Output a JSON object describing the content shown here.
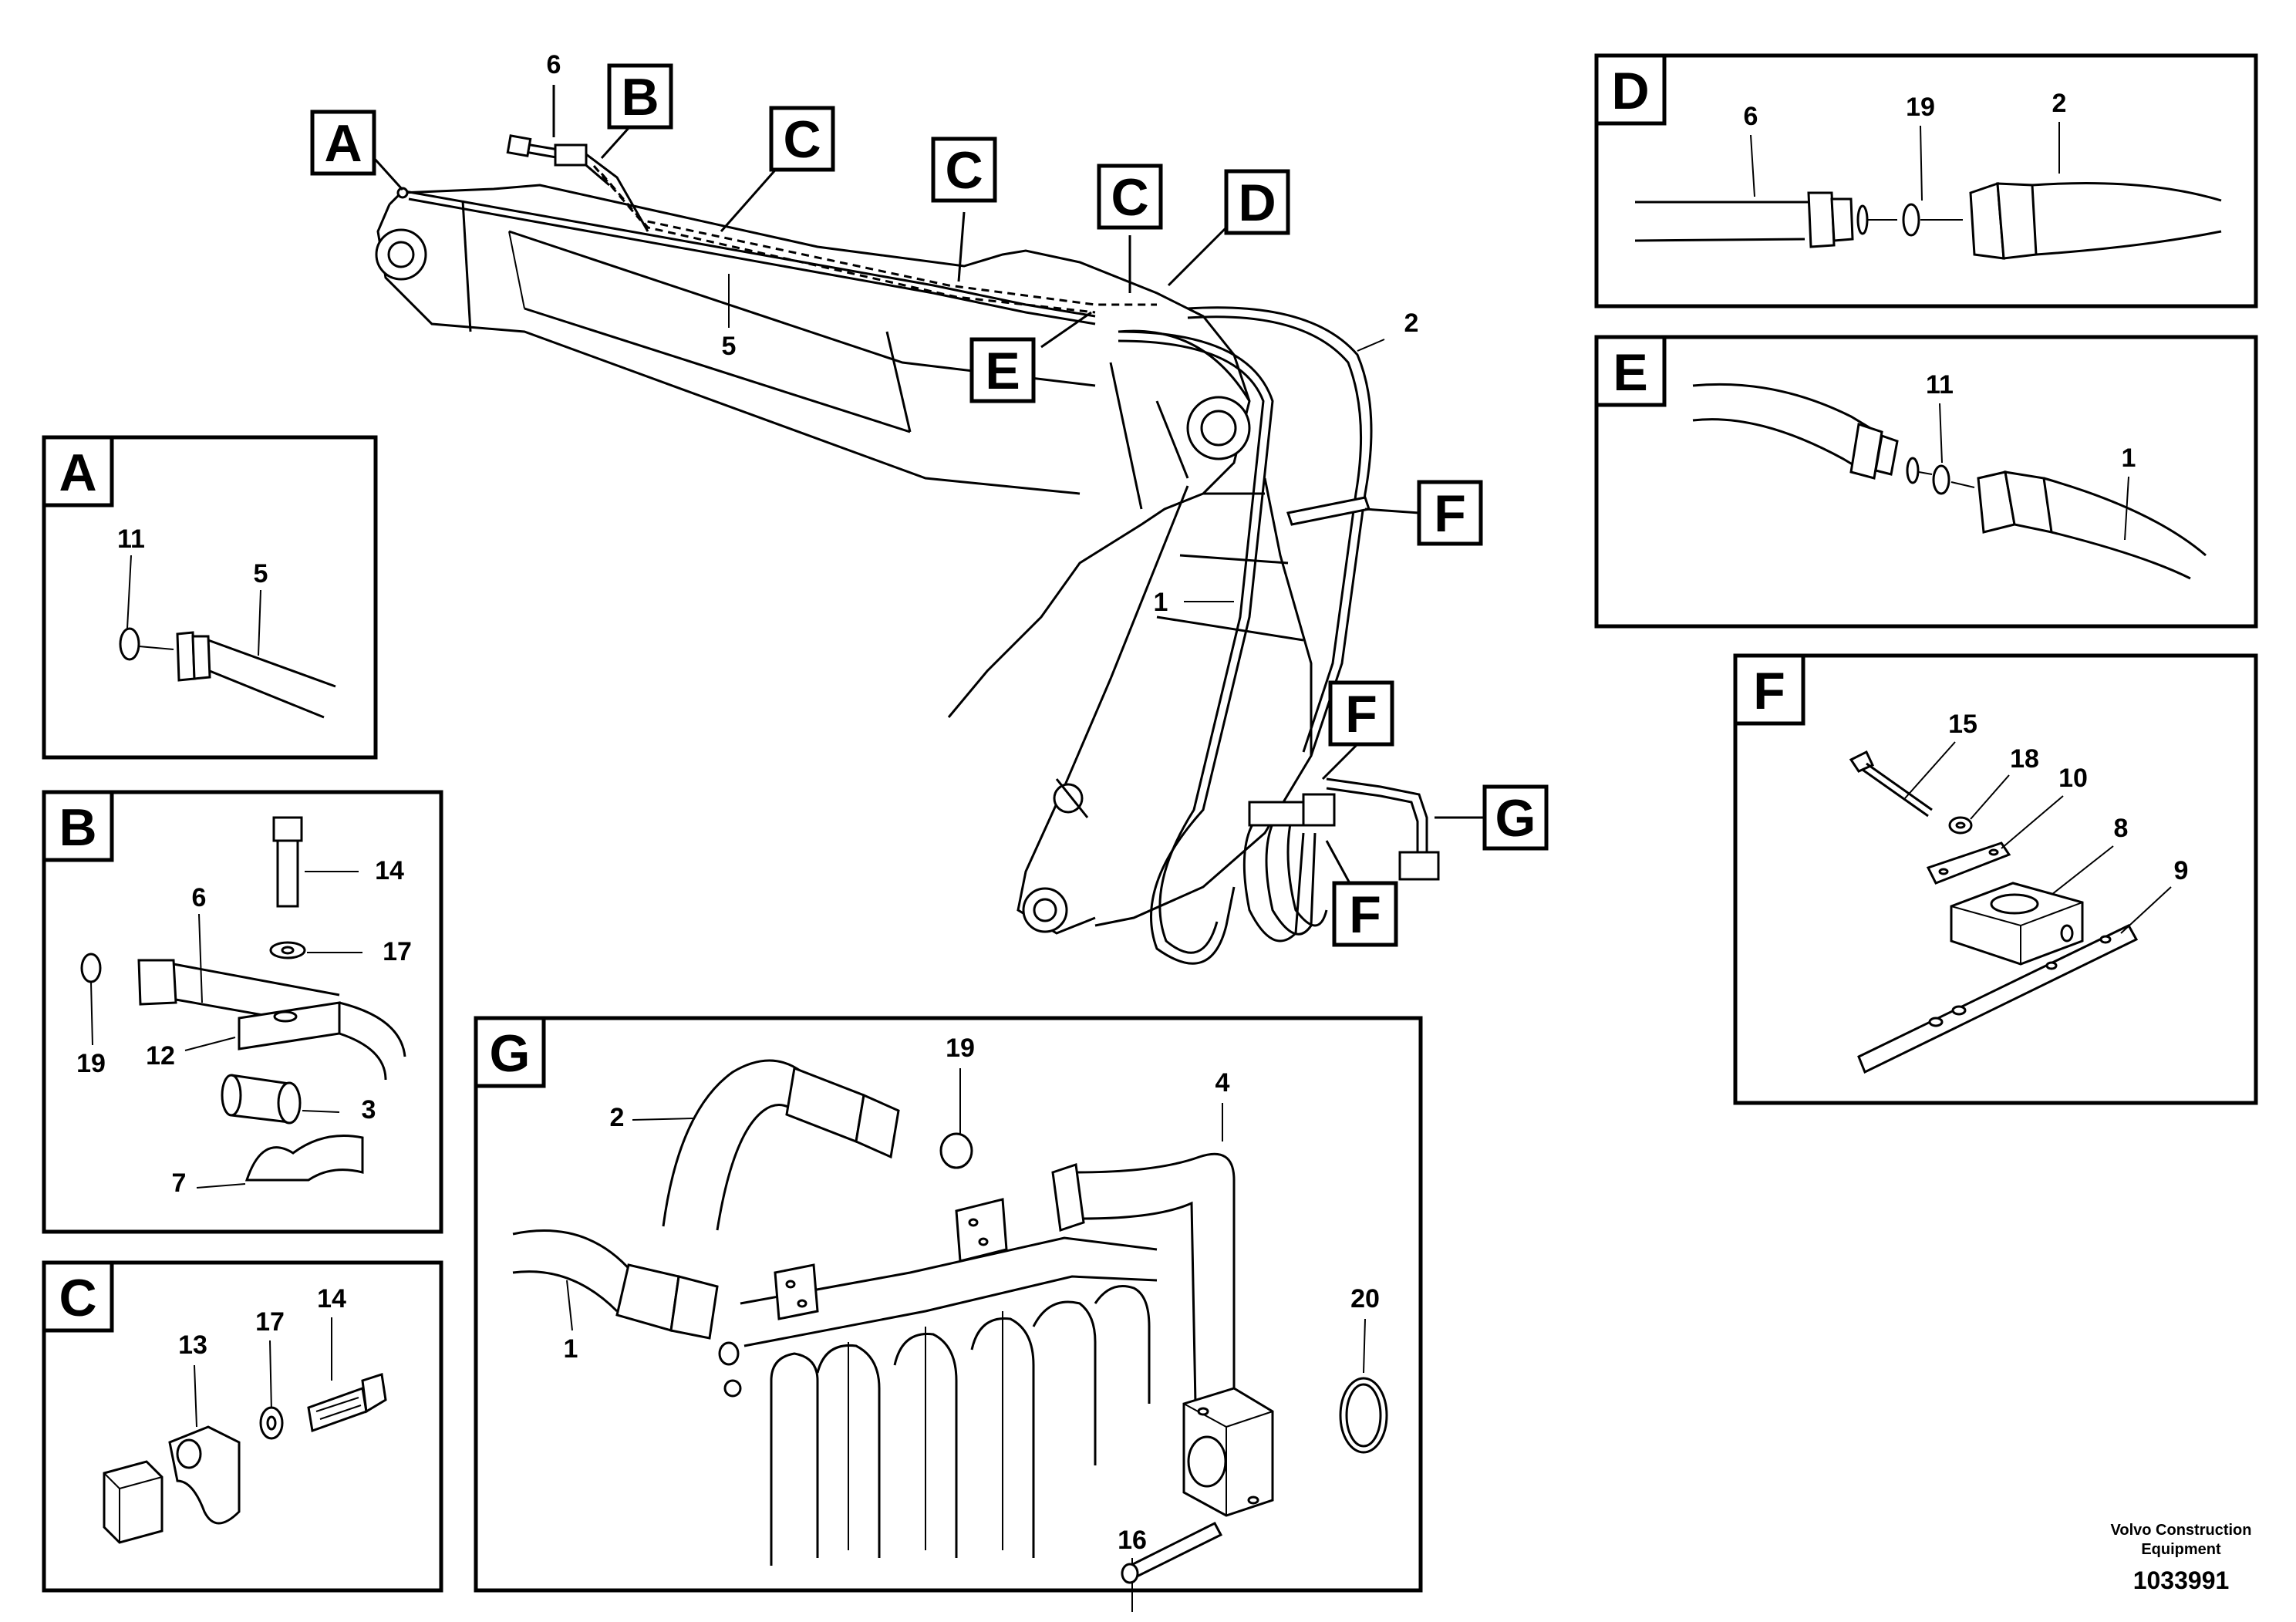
{
  "callouts": {
    "main": [
      "A",
      "B",
      "C",
      "C",
      "C",
      "D",
      "E",
      "F",
      "F",
      "F",
      "G"
    ],
    "main_parts": [
      "6",
      "5",
      "2",
      "1"
    ]
  },
  "detail_a": {
    "label": "A",
    "parts": [
      "11",
      "5"
    ]
  },
  "detail_b": {
    "label": "B",
    "parts": [
      "14",
      "17",
      "6",
      "19",
      "12",
      "3",
      "7"
    ]
  },
  "detail_c": {
    "label": "C",
    "parts": [
      "13",
      "17",
      "14"
    ]
  },
  "detail_d": {
    "label": "D",
    "parts": [
      "6",
      "19",
      "2"
    ]
  },
  "detail_e": {
    "label": "E",
    "parts": [
      "11",
      "1"
    ]
  },
  "detail_f": {
    "label": "F",
    "parts": [
      "15",
      "18",
      "10",
      "8",
      "9"
    ]
  },
  "detail_g": {
    "label": "G",
    "parts": [
      "19",
      "2",
      "4",
      "1",
      "20",
      "16"
    ]
  },
  "footer": {
    "brand_line1": "Volvo Construction",
    "brand_line2": "Equipment",
    "drawing_id": "1033991"
  }
}
